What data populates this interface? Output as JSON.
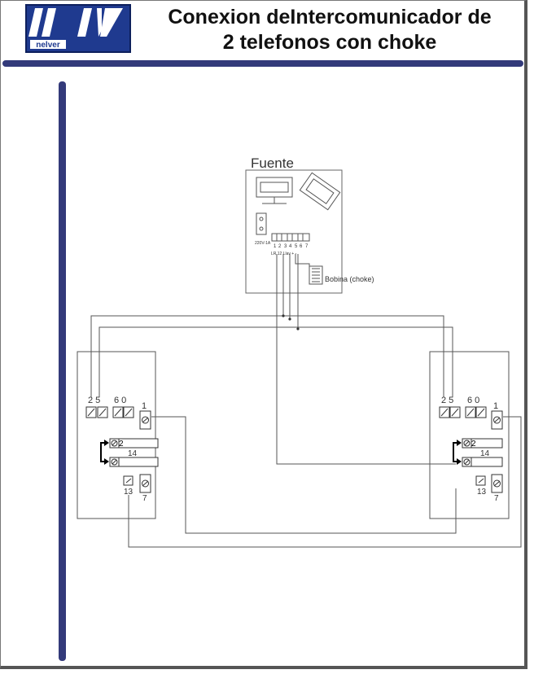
{
  "header": {
    "logo_text": "nelver",
    "title_line1": "Conexion deIntercomunicador de",
    "title_line2": "2 telefonos con choke"
  },
  "diagram": {
    "power_supply_label": "Fuente",
    "fuse_label": "220V-1A",
    "terminal_numbers": [
      "1",
      "2",
      "3",
      "4",
      "5",
      "6",
      "7"
    ],
    "terminal_marks": "LR  12  Llav  +  -",
    "choke_label": "Bobina (choke)",
    "phone_left": {
      "terminals_top": [
        "2 5",
        "6 0",
        "1"
      ],
      "terminal_2": "2",
      "terminal_14": "14",
      "terminal_13": "13",
      "terminal_7": "7"
    },
    "phone_right": {
      "terminals_top": [
        "2 5",
        "6 0",
        "1"
      ],
      "terminal_2": "2",
      "terminal_14": "14",
      "terminal_13": "13",
      "terminal_7": "7"
    }
  },
  "colors": {
    "accent_bar": "#333a7a",
    "logo_bg": "#1f3a8f"
  }
}
